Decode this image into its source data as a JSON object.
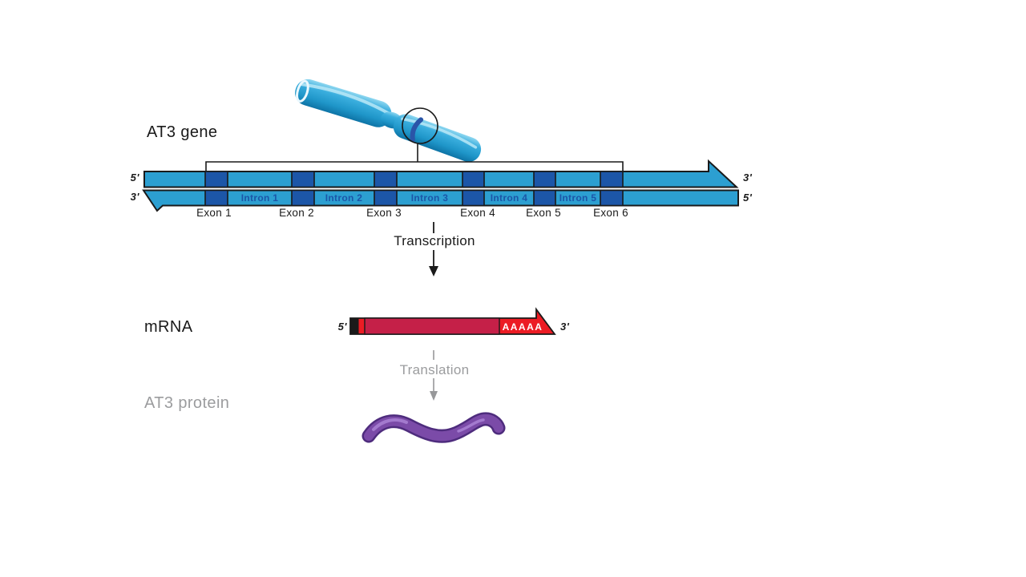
{
  "colors": {
    "background": "#ffffff",
    "strand_blue": "#2C9FD1",
    "exon_blue": "#1C56A8",
    "chromosome_blue": "#2BA0D4",
    "gene_band_blue": "#2A55A8",
    "mrna_crimson": "#C52048",
    "mrna_bright_red": "#EC1C24",
    "protein_purple": "#7B4BA8",
    "muted_gray": "#9B9C9E",
    "outline_black": "#1A1A1A"
  },
  "gene": {
    "title": "AT3 gene",
    "chromosome_icon": "chromosome-with-gene-locus-circled",
    "top_strand": {
      "left_label": "5'",
      "right_label": "3'"
    },
    "bottom_strand": {
      "left_label": "3'",
      "right_label": "5'"
    },
    "exons": [
      {
        "label": "Exon 1"
      },
      {
        "label": "Exon 2"
      },
      {
        "label": "Exon 3"
      },
      {
        "label": "Exon 4"
      },
      {
        "label": "Exon 5"
      },
      {
        "label": "Exon 6"
      }
    ],
    "introns": [
      {
        "label": "Intron 1"
      },
      {
        "label": "Intron 2"
      },
      {
        "label": "Intron 3"
      },
      {
        "label": "Intron 4"
      },
      {
        "label": "Intron 5"
      }
    ]
  },
  "transcription": {
    "label": "Transcription"
  },
  "mrna": {
    "title": "mRNA",
    "left_label": "5'",
    "right_label": "3'",
    "poly_a_tail": "AAAAA"
  },
  "translation": {
    "label": "Translation"
  },
  "protein": {
    "title": "AT3 protein"
  }
}
